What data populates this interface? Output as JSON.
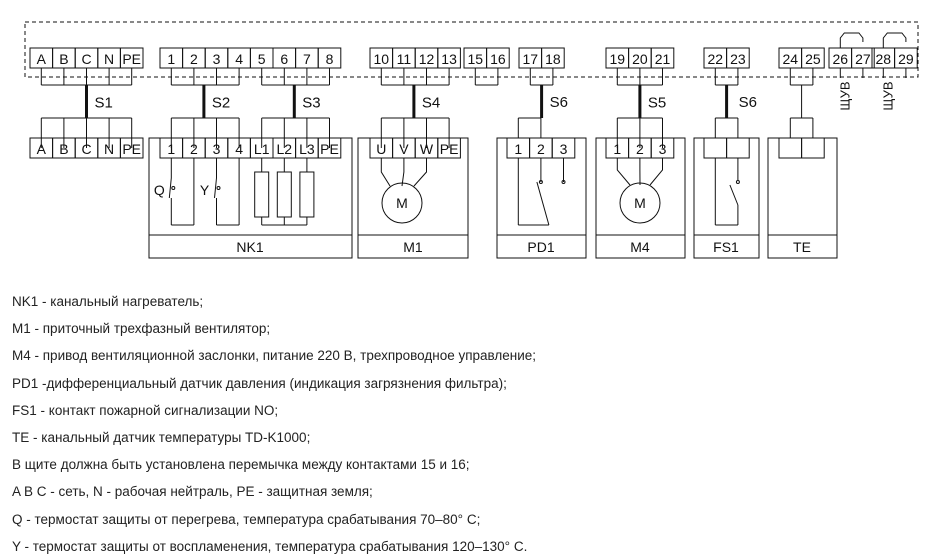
{
  "terminal_strip": [
    "A",
    "B",
    "C",
    "N",
    "PE",
    "1",
    "2",
    "3",
    "4",
    "5",
    "6",
    "7",
    "8",
    "10",
    "11",
    "12",
    "13",
    "15",
    "16",
    "17",
    "18",
    "19",
    "20",
    "21",
    "22",
    "23",
    "24",
    "25",
    "26",
    "27",
    "28",
    "29"
  ],
  "cables": [
    "S1",
    "S2",
    "S3",
    "S4",
    "S6",
    "S5",
    "S6"
  ],
  "shield_labels": [
    "ЩУВ",
    "ЩУВ"
  ],
  "device_terminals": {
    "supply": [
      "A",
      "B",
      "C",
      "N",
      "PE"
    ],
    "nk1": [
      "1",
      "2",
      "3",
      "4",
      "L1",
      "L2",
      "L3",
      "PE"
    ],
    "m1": [
      "U",
      "V",
      "W",
      "PE"
    ],
    "pd1": [
      "1",
      "2",
      "3"
    ],
    "m4": [
      "1",
      "2",
      "3"
    ]
  },
  "device_labels": {
    "nk1": "NK1",
    "m1": "M1",
    "pd1": "PD1",
    "m4": "M4",
    "fs1": "FS1",
    "te": "TE"
  },
  "symbol_labels": {
    "thermostat_q": "Q",
    "thermostat_y": "Y",
    "motor_m1": "M",
    "motor_m4": "M"
  },
  "legend": [
    "NK1 - канальный нагреватель;",
    "M1 - приточный трехфазный вентилятор;",
    "M4 - привод вентиляционной заслонки, питание 220 В, трехпроводное управление;",
    "PD1 -дифференциальный датчик давления (индикация загрязнения фильтра);",
    "FS1 - контакт пожарной сигнализации NO;",
    "TE - канальный датчик температуры TD-K1000;",
    "В щите должна быть установлена перемычка между контактами 15 и 16;",
    "A B C - сеть, N - рабочая нейтраль, PE - защитная земля;",
    "Q - термостат защиты от перегрева, температура срабатывания 70–80° С;",
    "Y - термостат защиты от воспламенения, температура срабатывания 120–130° С."
  ]
}
